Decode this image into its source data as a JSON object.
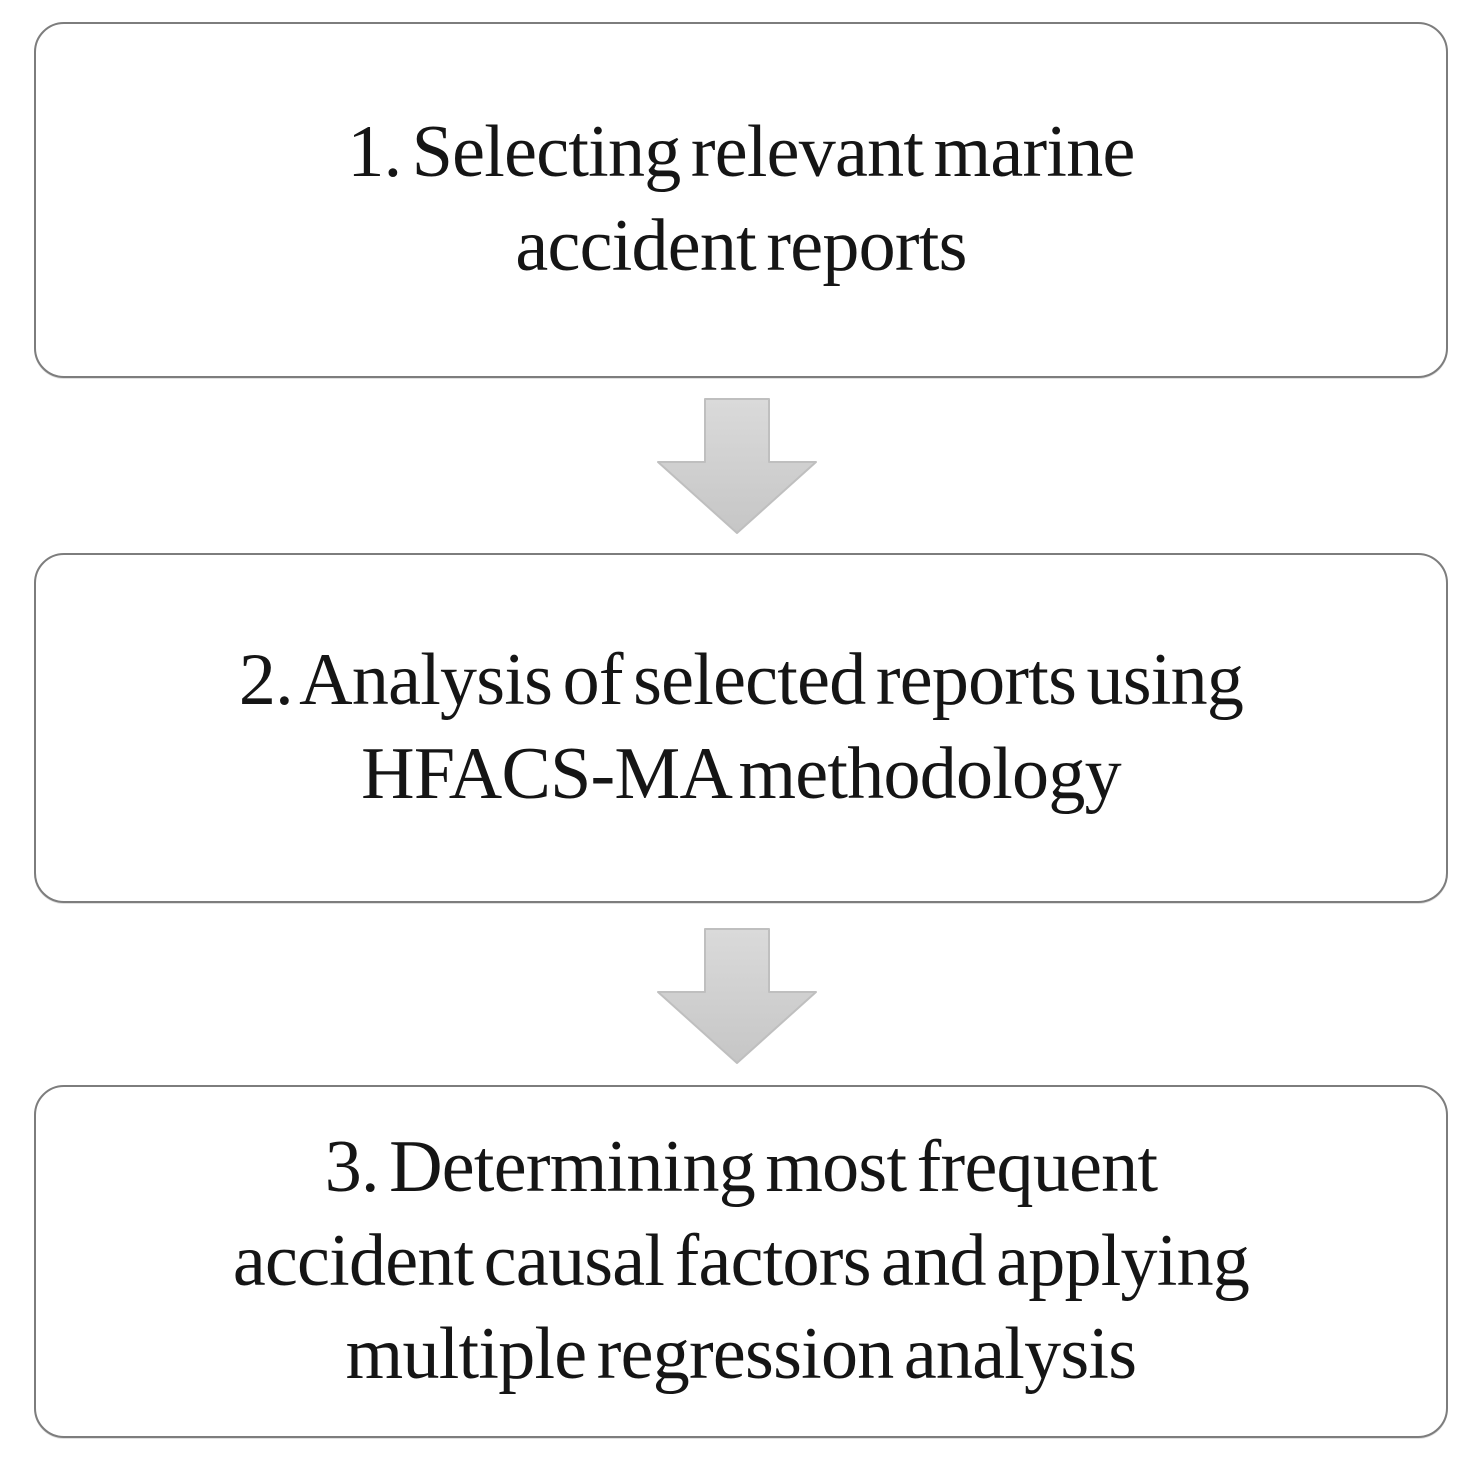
{
  "colors": {
    "background": "#ffffff",
    "box_border": "#7d7d7d",
    "text": "#151515",
    "arrow_fill_top": "#dadada",
    "arrow_fill_bottom": "#c6c6c6",
    "arrow_outline": "#bfbfbf"
  },
  "flowchart": {
    "steps": [
      {
        "number": "1",
        "text": "1. Selecting relevant marine accident reports",
        "lines": [
          "1. Selecting relevant marine",
          "accident reports"
        ]
      },
      {
        "number": "2",
        "text": "2. Analysis of selected reports using HFACS-MA methodology",
        "lines": [
          "2. Analysis of selected reports using",
          "HFACS-MA methodology"
        ]
      },
      {
        "number": "3",
        "text": "3. Determining most frequent accident causal factors and applying multiple regression analysis",
        "lines": [
          "3. Determining most frequent",
          "accident causal factors and applying",
          "multiple regression analysis"
        ]
      }
    ],
    "connectors": [
      {
        "type": "down-arrow"
      },
      {
        "type": "down-arrow"
      }
    ]
  }
}
